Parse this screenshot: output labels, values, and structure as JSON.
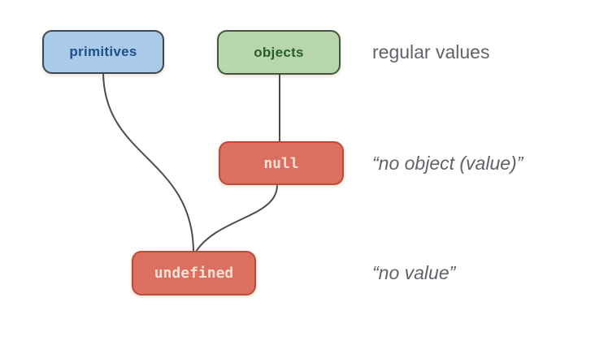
{
  "diagram": {
    "connector_color": "#4c4c4c",
    "annotation_color": "#5f6368",
    "nodes": [
      {
        "id": "primitives",
        "label": "primitives",
        "fill": "#a9cbe8",
        "border": "#3b4754",
        "text_color": "#1d4f8a"
      },
      {
        "id": "objects",
        "label": "objects",
        "fill": "#b7d7aa",
        "border": "#445441",
        "text_color": "#2a5c2d"
      },
      {
        "id": "null",
        "label": "null",
        "fill": "#dc7060",
        "border": "#bf4a38",
        "text_color": "#fadfd3"
      },
      {
        "id": "undefined",
        "label": "undefined",
        "fill": "#dc7060",
        "border": "#bf4a38",
        "text_color": "#fadfd3"
      }
    ],
    "edges": [
      {
        "from": "primitives",
        "to": "undefined"
      },
      {
        "from": "objects",
        "to": "null"
      },
      {
        "from": "null",
        "to": "undefined"
      }
    ],
    "annotations": [
      {
        "text": "regular values",
        "style": "normal"
      },
      {
        "text": "“no object (value)”",
        "style": "italic"
      },
      {
        "text": "“no value”",
        "style": "italic"
      }
    ]
  }
}
